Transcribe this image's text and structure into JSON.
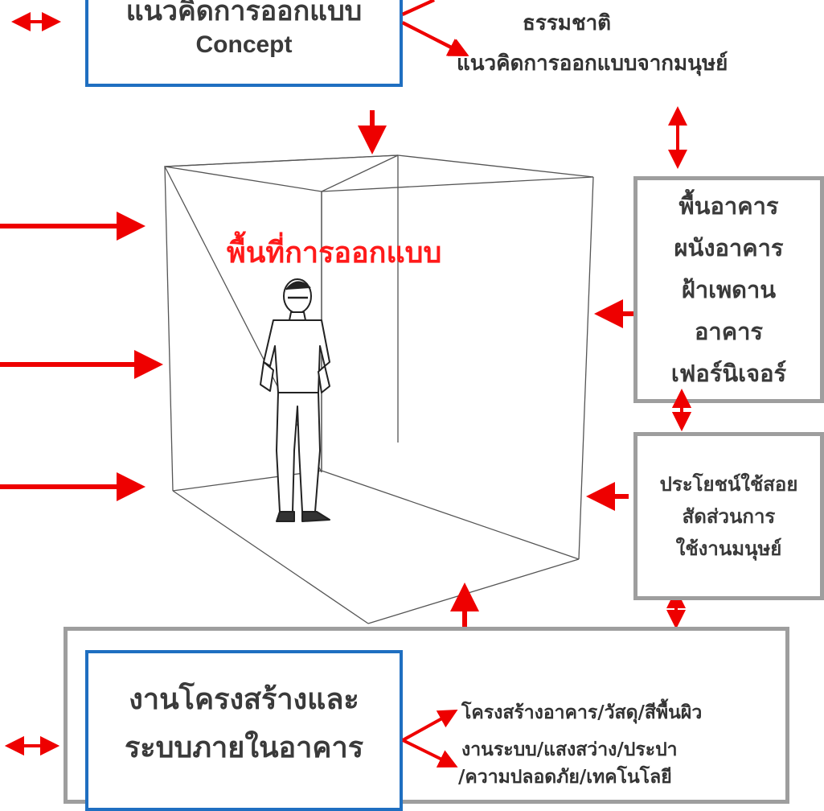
{
  "concept_box": {
    "line1": "แนวคิดการออกแบบ",
    "line2": "Concept"
  },
  "concept_labels": {
    "nature": "ธรรมชาติ",
    "human": "แนวคิดการออกแบบจากมนุษย์"
  },
  "design_space": {
    "title": "พื้นที่การออกแบบ"
  },
  "building_box": {
    "lines": [
      "พื้นอาคาร",
      "ผนังอาคาร",
      "ฝ้าเพดาน",
      "อาคาร",
      "เฟอร์นิเจอร์"
    ]
  },
  "human_box": {
    "lines": [
      "ประโยชน์ใช้สอย",
      "สัดส่วนการ",
      "ใช้งานมนุษย์"
    ]
  },
  "structure_box": {
    "line1": "งานโครงสร้างและ",
    "line2": "ระบบภายในอาคาร"
  },
  "structure_labels": {
    "structure": "โครงสร้างอาคาร/วัสดุ/สีพื้นผิว",
    "systems1": "งานระบบ/แสงสว่าง/ประปา",
    "systems2": "/ความปลอดภัย/เทคโนโลยี"
  },
  "colors": {
    "arrow": "#ee0000",
    "title": "#ff1a1a",
    "blue_border": "#1f6fc1",
    "gray_border": "#9e9e9e"
  }
}
